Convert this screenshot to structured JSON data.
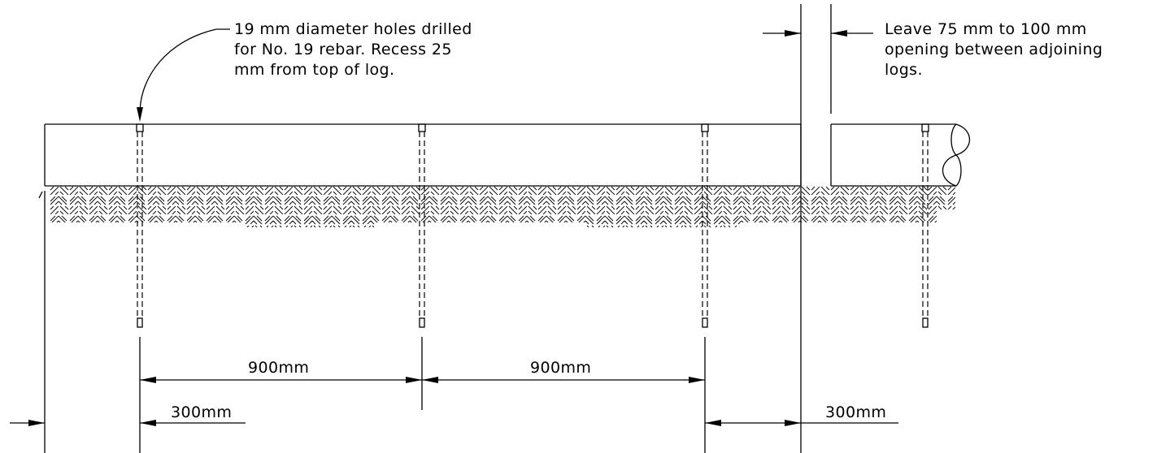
{
  "notes": {
    "holes": {
      "line1": "19 mm diameter holes drilled",
      "line2": "for No. 19 rebar.  Recess 25",
      "line3": "mm from top of log."
    },
    "gap": {
      "line1": "Leave 75 mm to 100 mm",
      "line2": "opening between adjoining",
      "line3": "logs."
    }
  },
  "dimensions": {
    "spacing_1": "900mm",
    "spacing_2": "900mm",
    "end_left": "300mm",
    "end_right": "300mm"
  }
}
